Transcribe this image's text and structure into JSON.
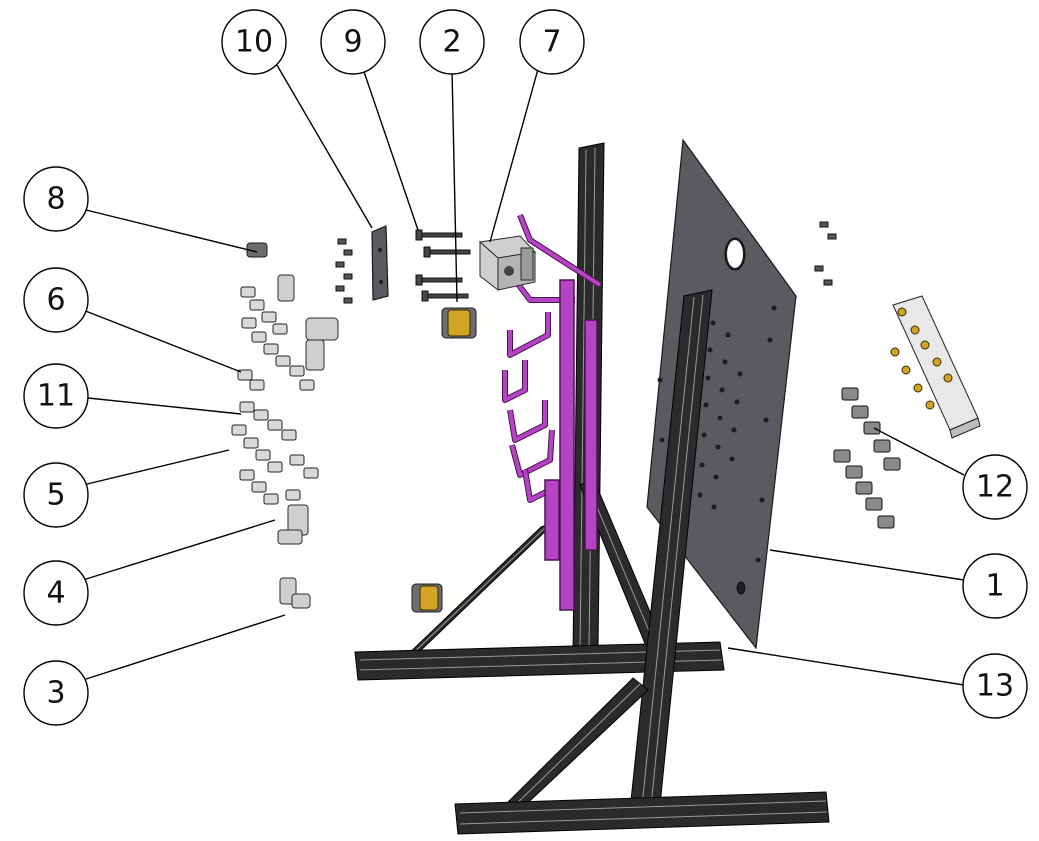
{
  "diagram": {
    "callouts": [
      {
        "id": "10",
        "label": "10"
      },
      {
        "id": "9",
        "label": "9"
      },
      {
        "id": "2",
        "label": "2"
      },
      {
        "id": "7",
        "label": "7"
      },
      {
        "id": "8",
        "label": "8"
      },
      {
        "id": "6",
        "label": "6"
      },
      {
        "id": "11",
        "label": "11"
      },
      {
        "id": "5",
        "label": "5"
      },
      {
        "id": "4",
        "label": "4"
      },
      {
        "id": "3",
        "label": "3"
      },
      {
        "id": "12",
        "label": "12"
      },
      {
        "id": "1",
        "label": "1"
      },
      {
        "id": "13",
        "label": "13"
      }
    ],
    "colors": {
      "frame": "#2b2b2b",
      "plate": "#5a5a60",
      "tubing": "#b544c4",
      "brass": "#d0a526",
      "fittings": "#cfcfcf"
    }
  }
}
